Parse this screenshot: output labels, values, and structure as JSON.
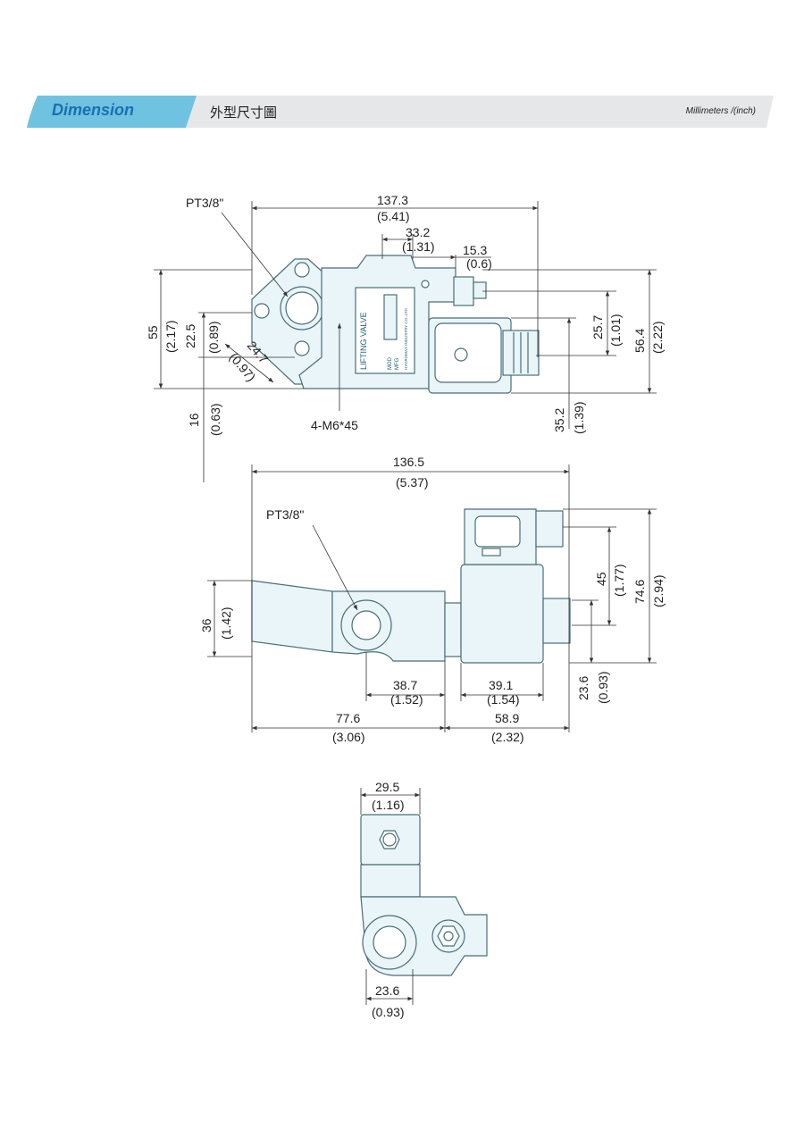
{
  "header": {
    "title": "Dimension",
    "subtitle": "外型尺寸圖",
    "units": "Millimeters /(inch)"
  },
  "colors": {
    "header_tab": "#6fc3e0",
    "header_bar": "#e6e7e9",
    "body_fill": "#e9f5f8",
    "outline": "#4a6e78",
    "dim_line": "#333333"
  },
  "view_top": {
    "port_label": "PT3/8\"",
    "overall_length": {
      "mm": "137.3",
      "in": "(5.41)"
    },
    "dim_33_2": {
      "mm": "33.2",
      "in": "(1.31)"
    },
    "dim_15_3": {
      "mm": "15.3",
      "in": "(0.6)"
    },
    "height_55": {
      "mm": "55",
      "in": "(2.17)"
    },
    "height_22_5": {
      "mm": "22.5",
      "in": "(0.89)"
    },
    "diag_24_7": {
      "mm": "24.7",
      "in": "(0.97)"
    },
    "bottom_16": {
      "mm": "16",
      "in": "(0.63)"
    },
    "bolt_label": "4-M6*45",
    "right_25_7": {
      "mm": "25.7",
      "in": "(1.01)"
    },
    "right_56_4": {
      "mm": "56.4",
      "in": "(2.22)"
    },
    "right_35_2": {
      "mm": "35.2",
      "in": "(1.39)"
    },
    "nameplate_title": "LIFTING  VALVE",
    "nameplate_model": "MOD",
    "nameplate_mfg": "MFG",
    "nameplate_company": "HYDROMAX INDUSTRY CO.,LTD"
  },
  "view_side": {
    "overall_length": {
      "mm": "136.5",
      "in": "(5.37)"
    },
    "port_label": "PT3/8\"",
    "height_36": {
      "mm": "36",
      "in": "(1.42)"
    },
    "dim_38_7": {
      "mm": "38.7",
      "in": "(1.52)"
    },
    "dim_39_1": {
      "mm": "39.1",
      "in": "(1.54)"
    },
    "dim_77_6": {
      "mm": "77.6",
      "in": "(3.06)"
    },
    "dim_58_9": {
      "mm": "58.9",
      "in": "(2.32)"
    },
    "right_45": {
      "mm": "45",
      "in": "(1.77)"
    },
    "right_74_6": {
      "mm": "74.6",
      "in": "(2.94)"
    },
    "right_23_6": {
      "mm": "23.6",
      "in": "(0.93)"
    }
  },
  "view_end": {
    "width_29_5": {
      "mm": "29.5",
      "in": "(1.16)"
    },
    "width_23_6": {
      "mm": "23.6",
      "in": "(0.93)"
    }
  }
}
